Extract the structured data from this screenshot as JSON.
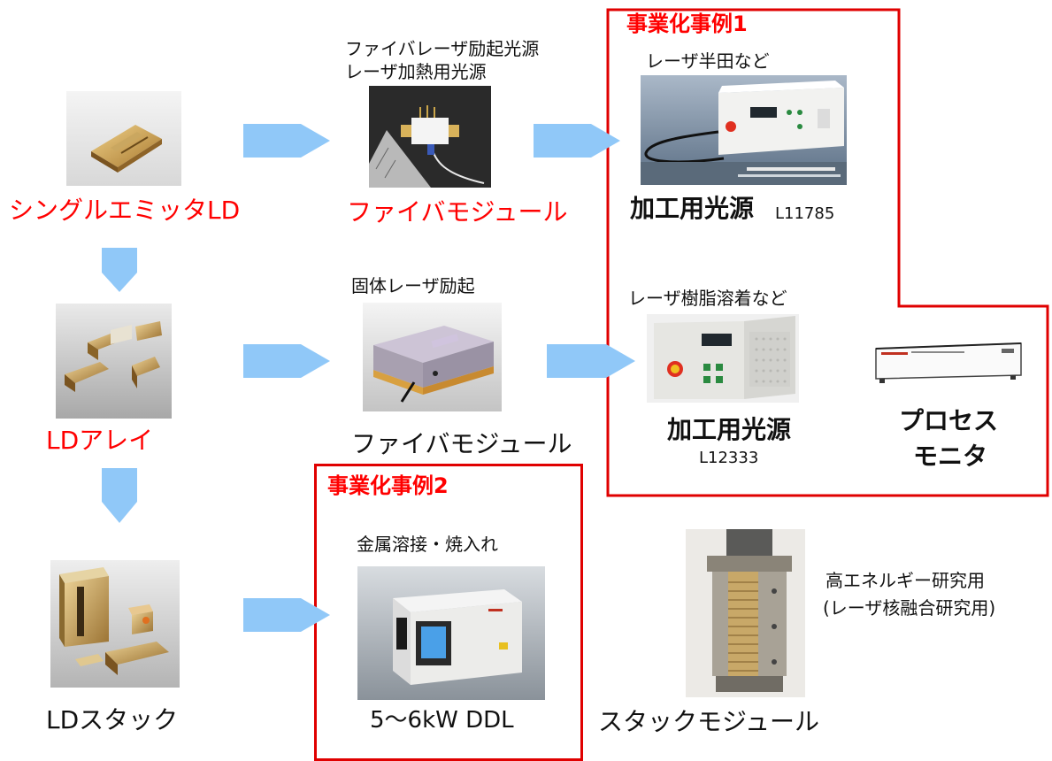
{
  "colors": {
    "accent_red": "#ff0000",
    "frame_red": "#e00000",
    "arrow_blue": "#90c8f8"
  },
  "case1": {
    "title": "事業化事例1"
  },
  "case2": {
    "title": "事業化事例2"
  },
  "row1": {
    "ld_label": "シングルエミッタLD",
    "fiber_caption_line1": "ファイバレーザ励起光源",
    "fiber_caption_line2": "レーザ加熱用光源",
    "fiber_label": "ファイバモジュール",
    "product_caption": "レーザ半田など",
    "product_label": "加工用光源",
    "product_model": "L11785"
  },
  "row2": {
    "ld_label": "LDアレイ",
    "fiber_caption": "固体レーザ励起",
    "fiber_label": "ファイバモジュール",
    "product_caption": "レーザ樹脂溶着など",
    "product_label": "加工用光源",
    "product_model": "L12333",
    "monitor_label_line1": "プロセス",
    "monitor_label_line2": "モニタ"
  },
  "row3": {
    "ld_label": "LDスタック",
    "ddl_caption": "金属溶接・焼入れ",
    "ddl_label": "5～6kW DDL",
    "stack_module_label": "スタックモジュール",
    "research_line1": "高エネルギー研究用",
    "research_line2": "(レーザ核融合研究用)"
  }
}
